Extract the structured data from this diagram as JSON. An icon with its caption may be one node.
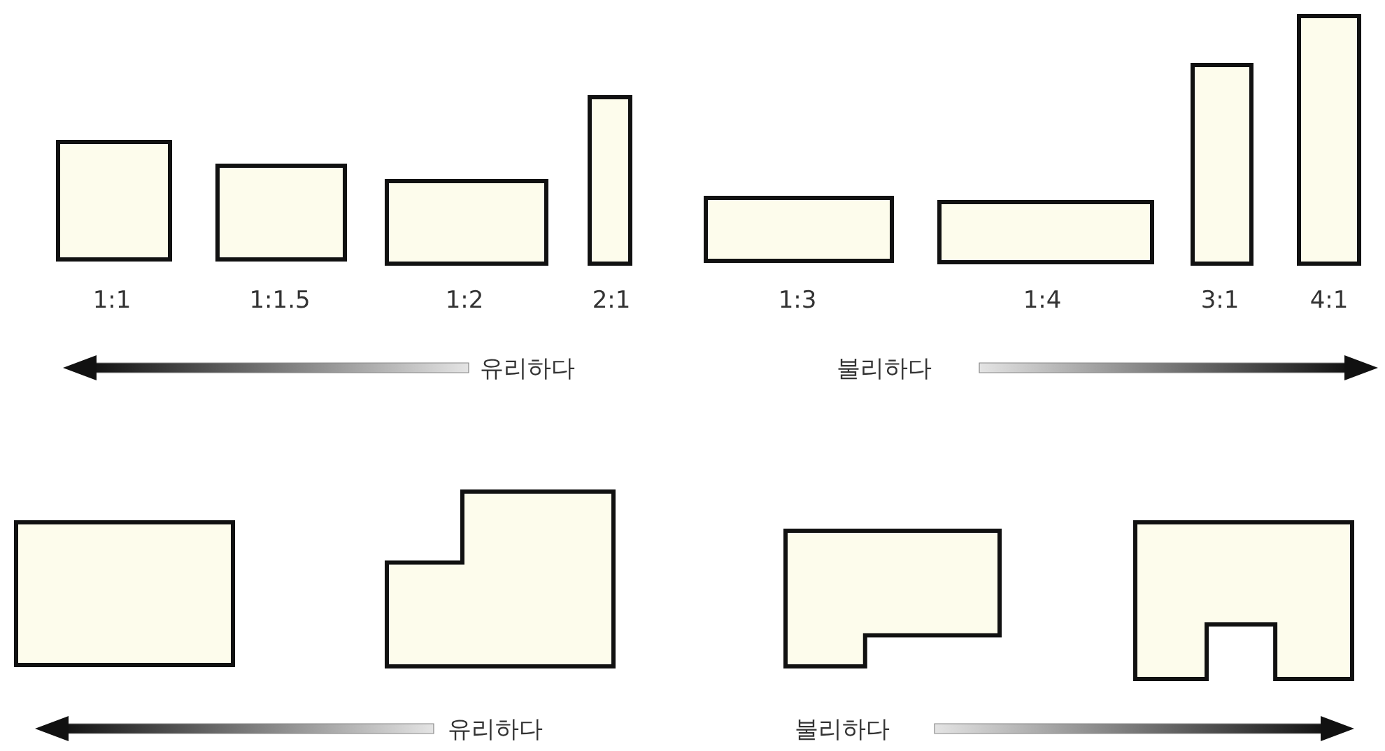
{
  "diagram": {
    "nodes": [
      {
        "text": [],
        "shape": "box",
        "beside": [
          "1:1"
        ]
      },
      {
        "text": [],
        "shape": "box",
        "beside": [
          "1:1.5"
        ]
      },
      {
        "text": [],
        "shape": "box",
        "beside": [
          "1:2"
        ]
      },
      {
        "text": [],
        "shape": "box",
        "beside": [
          "2:1"
        ]
      },
      {
        "text": [],
        "shape": "box",
        "beside": [
          "1:3"
        ]
      },
      {
        "text": [],
        "shape": "box",
        "beside": [
          "1:4"
        ]
      },
      {
        "text": [],
        "shape": "box",
        "beside": [
          "3:1"
        ]
      },
      {
        "text": [],
        "shape": "box",
        "beside": [
          "4:1"
        ]
      },
      {
        "text": [],
        "shape": "box"
      },
      {
        "text": [],
        "shape": "polygon"
      },
      {
        "text": [],
        "shape": "polygon"
      },
      {
        "text": [],
        "shape": "polygon"
      }
    ],
    "labels": [
      "유리하다",
      "불리하다",
      "유리하다",
      "불리하다"
    ]
  }
}
